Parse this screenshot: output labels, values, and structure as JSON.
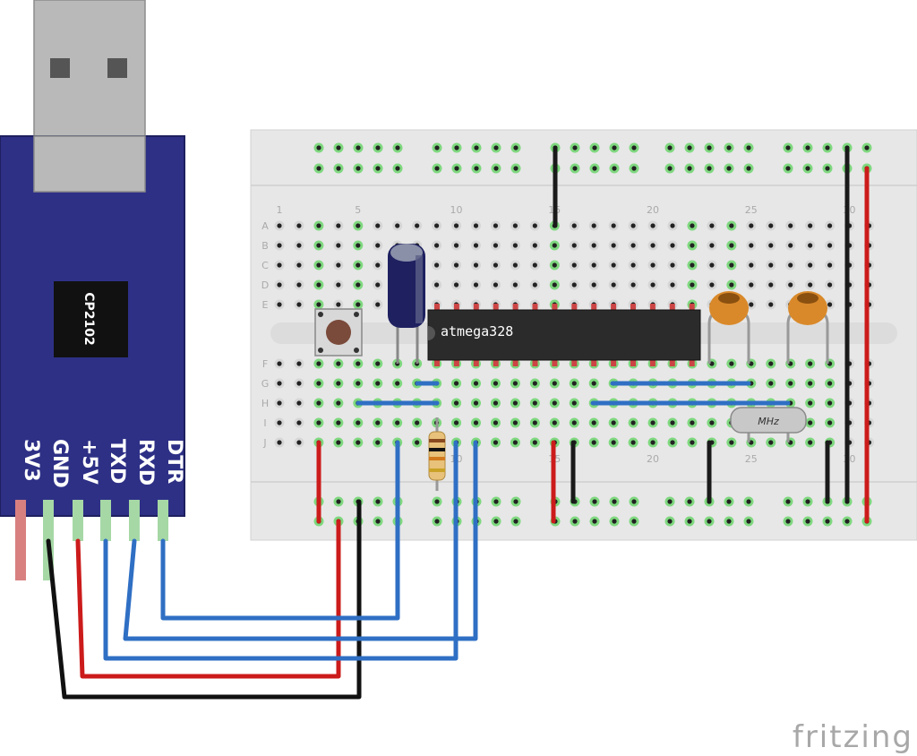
{
  "usb_adapter": {
    "chip_label": "CP2102",
    "pins": [
      "DTR",
      "RXD",
      "TXD",
      "+5V",
      "GND",
      "3V3"
    ]
  },
  "breadboard": {
    "row_letters_top": [
      "A",
      "B",
      "C",
      "D",
      "E"
    ],
    "row_letters_bottom": [
      "F",
      "G",
      "H",
      "I",
      "J"
    ],
    "column_numbers": [
      "1",
      "5",
      "10",
      "15",
      "20",
      "25",
      "30"
    ]
  },
  "components": {
    "mcu_label": "atmega328",
    "crystal_label": "MHz"
  },
  "logo": "fritzing",
  "colors": {
    "adapter_blue": "#2e3086",
    "wire_blue": "#2f6fc4",
    "wire_red": "#cc1b1b",
    "wire_black": "#1a1a1a",
    "hole_green": "#5ecf5e",
    "breadboard": "#e9e9e9",
    "capacitor_orange": "#d9892a"
  }
}
